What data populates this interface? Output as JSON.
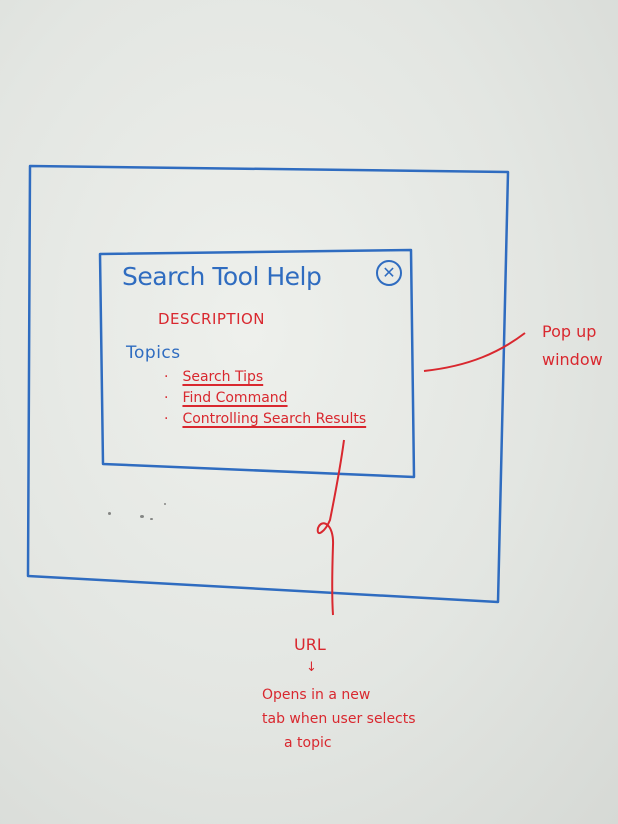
{
  "popup": {
    "title": "Search Tool Help",
    "close_icon": "close-icon",
    "description": "DESCRIPTION",
    "topics_heading": "Topics",
    "topics": [
      "Search Tips",
      "Find Command",
      "Controlling Search Results"
    ]
  },
  "annotations": {
    "popup": "Pop up window",
    "url_label": "URL",
    "arrow": "↓",
    "url_note_lines": [
      "Opens in a new",
      "tab when user selects",
      "a topic"
    ]
  },
  "colors": {
    "marker_blue": "#2f6cc0",
    "marker_red": "#d9282f",
    "board": "#e6e8e4"
  }
}
